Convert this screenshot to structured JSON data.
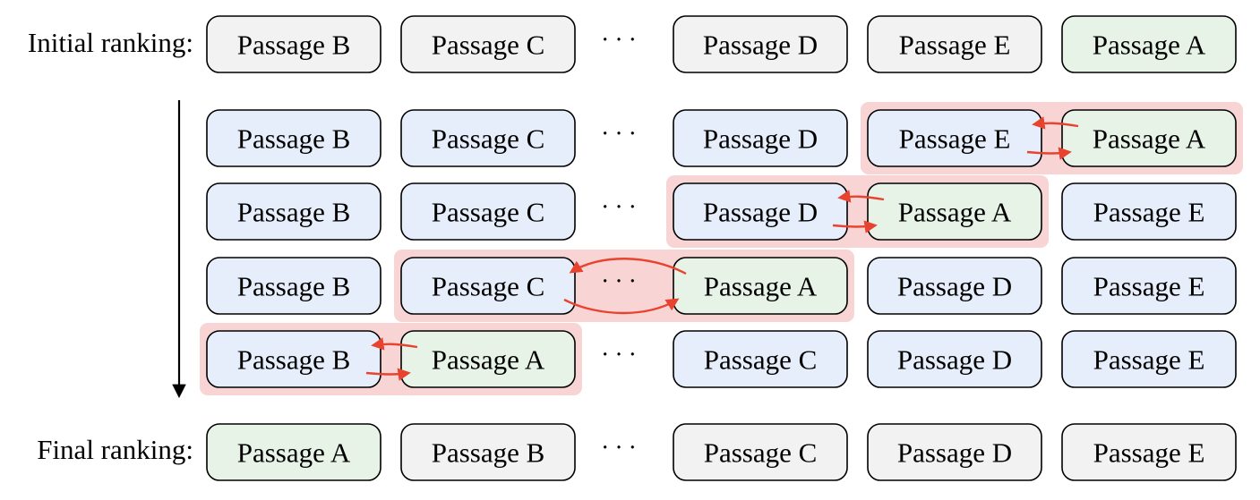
{
  "colors": {
    "neutral_fill": "#f2f2f3",
    "middle_fill": "#e7eefb",
    "target_fill": "#e6f3e6",
    "highlight_fill": "#f8d4d4",
    "swap_arrow": "#e8432f",
    "border": "#000000"
  },
  "labels": {
    "initial": "Initial ranking:",
    "final": "Final ranking:"
  },
  "ellipsis": "···",
  "rows": [
    {
      "kind": "initial",
      "items": [
        "Passage B",
        "Passage C",
        "···",
        "Passage D",
        "Passage E",
        "Passage A"
      ],
      "target_index": 5,
      "swap": null
    },
    {
      "kind": "step",
      "items": [
        "Passage B",
        "Passage C",
        "···",
        "Passage D",
        "Passage E",
        "Passage A"
      ],
      "target_index": 5,
      "swap": [
        4,
        5
      ]
    },
    {
      "kind": "step",
      "items": [
        "Passage B",
        "Passage C",
        "···",
        "Passage D",
        "Passage A",
        "Passage E"
      ],
      "target_index": 4,
      "swap": [
        3,
        4
      ]
    },
    {
      "kind": "step",
      "items": [
        "Passage B",
        "Passage C",
        "···",
        "Passage A",
        "Passage D",
        "Passage E"
      ],
      "target_index": 3,
      "swap": [
        1,
        3
      ]
    },
    {
      "kind": "step",
      "items": [
        "Passage B",
        "Passage A",
        "···",
        "Passage C",
        "Passage D",
        "Passage E"
      ],
      "target_index": 1,
      "swap": [
        0,
        1
      ]
    },
    {
      "kind": "final",
      "items": [
        "Passage A",
        "Passage B",
        "···",
        "Passage C",
        "Passage D",
        "Passage E"
      ],
      "target_index": 0,
      "swap": null
    }
  ]
}
